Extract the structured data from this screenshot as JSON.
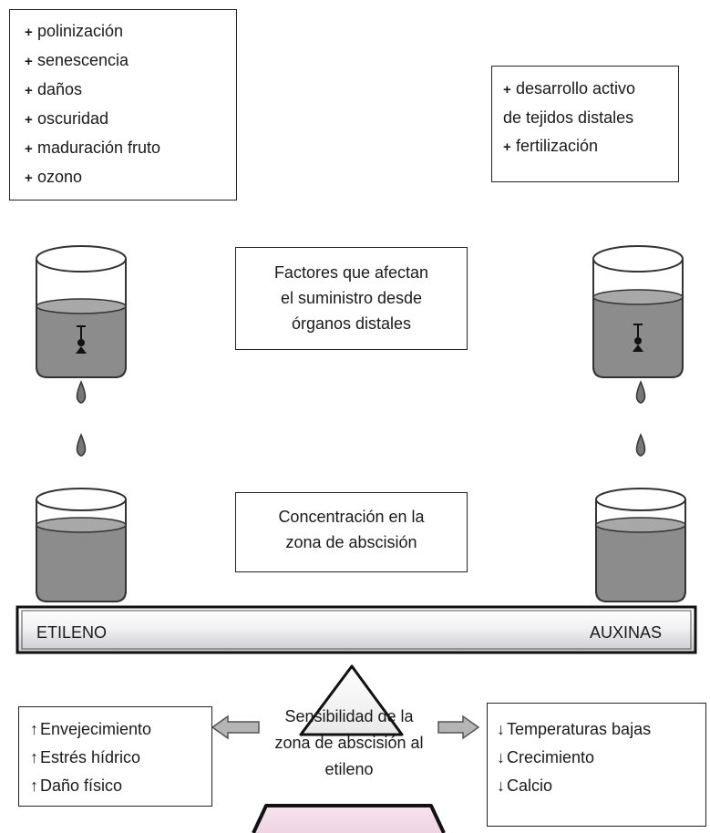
{
  "top_left_box": {
    "items": [
      "polinización",
      "senescencia",
      "daños",
      "oscuridad",
      "maduración fruto",
      "ozono"
    ],
    "bullet": "+"
  },
  "top_right_box": {
    "lines": [
      "desarrollo activo",
      "de tejidos distales",
      "fertilización"
    ],
    "bullet": "+"
  },
  "supply_box": {
    "lines": [
      "Factores que afectan",
      "el suministro desde",
      "órganos distales"
    ]
  },
  "concentration_box": {
    "lines": [
      "Concentración en la",
      "zona de abscisión"
    ]
  },
  "beam": {
    "left_label": "ETILENO",
    "right_label": "AUXINAS"
  },
  "sensitivity_text": {
    "lines": [
      "Sensibilidad de la",
      "zona de abscisión al",
      "etileno"
    ]
  },
  "bottom_left_box": {
    "arrow": "↑",
    "items": [
      "Envejecimiento",
      "Estrés hídrico",
      "Daño físico"
    ]
  },
  "bottom_right_box": {
    "arrow": "↓",
    "items": [
      "Temperaturas bajas",
      "Crecimiento",
      "Calcio"
    ]
  },
  "colors": {
    "liquid": "#8c8c8c",
    "liquid_top": "#a8a8a8",
    "beam_shade": "#cfcfd4",
    "pedestal": "#f3dbe8"
  }
}
